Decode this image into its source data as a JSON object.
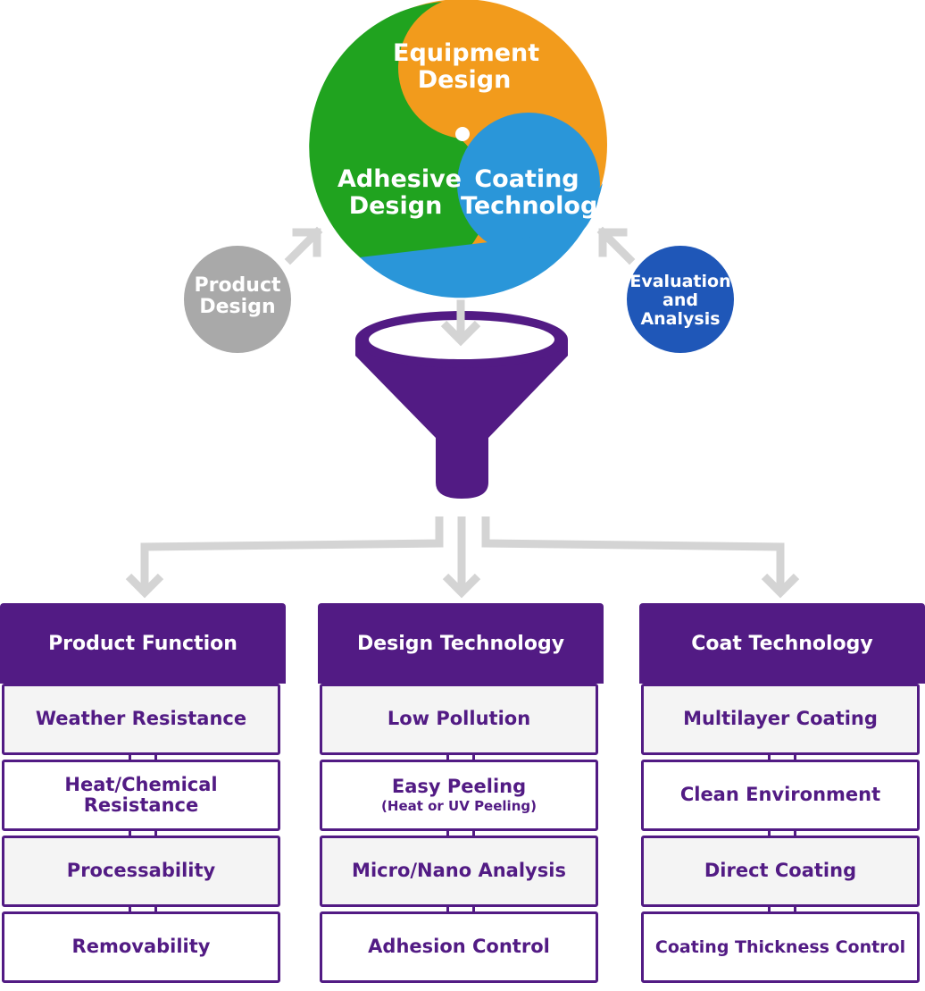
{
  "venn": {
    "equipment": "Equipment Design",
    "adhesive": "Adhesive Design",
    "coating": "Coating Technology"
  },
  "side_nodes": {
    "product_design": "Product Design",
    "evaluation": "Evaluation and Analysis"
  },
  "columns": [
    {
      "title": "Product Function",
      "items": [
        {
          "label": "Weather Resistance",
          "sub": ""
        },
        {
          "label": "Heat/Chemical Resistance",
          "sub": ""
        },
        {
          "label": "Processability",
          "sub": ""
        },
        {
          "label": "Removability",
          "sub": ""
        }
      ]
    },
    {
      "title": "Design Technology",
      "items": [
        {
          "label": "Low Pollution",
          "sub": ""
        },
        {
          "label": "Easy Peeling",
          "sub": "(Heat or UV Peeling)"
        },
        {
          "label": "Micro/Nano Analysis",
          "sub": ""
        },
        {
          "label": "Adhesion Control",
          "sub": ""
        }
      ]
    },
    {
      "title": "Coat Technology",
      "items": [
        {
          "label": "Multilayer Coating",
          "sub": ""
        },
        {
          "label": "Clean Environment",
          "sub": ""
        },
        {
          "label": "Direct Coating",
          "sub": ""
        },
        {
          "label": "Coating Thickness Control",
          "sub": ""
        }
      ]
    }
  ],
  "colors": {
    "purple": "#521b84",
    "green": "#20a31f",
    "orange": "#f29b1c",
    "blue": "#2a96d9",
    "gray_node": "#a9a9a9",
    "navy_node": "#1f57b8",
    "arrow_gray": "#d4d4d4"
  }
}
